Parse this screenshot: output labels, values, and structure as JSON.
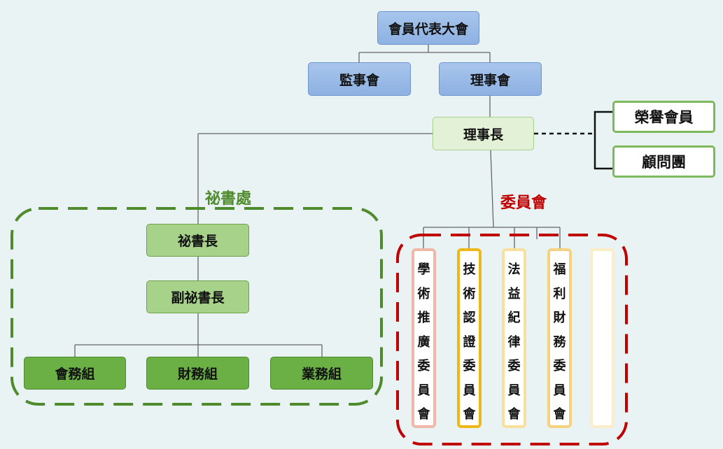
{
  "nodes": {
    "general_assembly": "會員代表大會",
    "supervisors": "監事會",
    "directors": "理事會",
    "chairman": "理事長",
    "honorary_members": "榮譽會員",
    "advisory_group": "顧問團",
    "secretary_general": "祕書長",
    "deputy_secretary_general": "副祕書長",
    "membership_team": "會務組",
    "finance_team": "財務組",
    "business_team": "業務組"
  },
  "groups": {
    "secretariat_label": "祕書處",
    "committees_label": "委員會"
  },
  "committees": [
    {
      "text": "學術推廣委員會",
      "border": "#f0b8a6"
    },
    {
      "text": "技術認證委員會",
      "border": "#efb817"
    },
    {
      "text": "法益紀律委員會",
      "border": "#f8df9c"
    },
    {
      "text": "福利財務委員會",
      "border": "#f7d27e"
    },
    {
      "text": "",
      "border": "#fbedc8"
    }
  ],
  "colors": {
    "secretariat": "#4f8a2d",
    "committees": "#c00000"
  }
}
